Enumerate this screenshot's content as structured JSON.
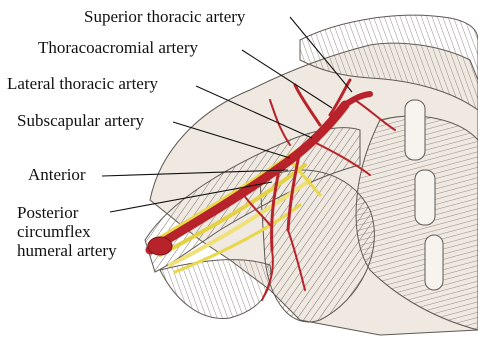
{
  "labels": {
    "superior_thoracic": "Superior thoracic artery",
    "thoracoacromial": "Thoracoacromial artery",
    "lateral_thoracic": "Lateral thoracic artery",
    "subscapular": "Subscapular artery",
    "anterior": "Anterior",
    "posterior_line1": "Posterior",
    "posterior_line2": "circumflex",
    "posterior_line3": "humeral artery"
  },
  "colors": {
    "artery": "#b8232b",
    "nerve": "#e8d84a",
    "muscle_fill": "#f1ece6",
    "muscle_line": "#6d6560",
    "leader": "#111111"
  }
}
